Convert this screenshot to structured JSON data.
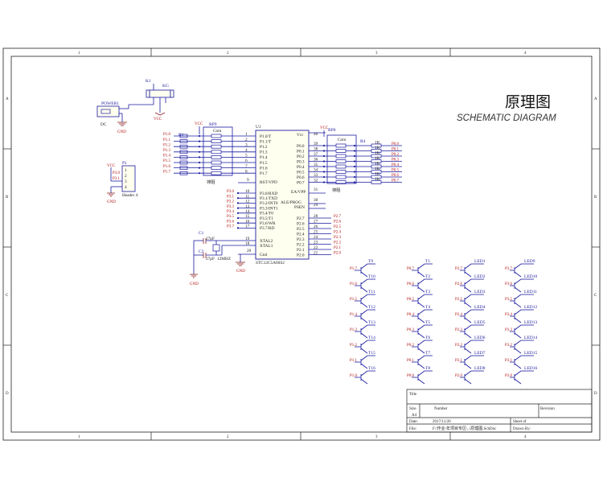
{
  "title": {
    "cn": "原理图",
    "en": "SCHEMATIC DIAGRAM"
  },
  "border": {
    "cols": [
      "1",
      "2",
      "3",
      "4"
    ],
    "rows": [
      "A",
      "B",
      "C",
      "D"
    ]
  },
  "mcu": {
    "ref": "U1",
    "part": "STC12C5A60S2",
    "vcc": "Vcc",
    "gnd": "Gnd",
    "left_pins": [
      {
        "num": "1",
        "name": "P1.0/T"
      },
      {
        "num": "2",
        "name": "P1.1/T"
      },
      {
        "num": "3",
        "name": "P1.2"
      },
      {
        "num": "4",
        "name": "P1.3"
      },
      {
        "num": "5",
        "name": "P1.4"
      },
      {
        "num": "6",
        "name": "P1.5"
      },
      {
        "num": "7",
        "name": "P1.6"
      },
      {
        "num": "8",
        "name": "P1.7"
      }
    ],
    "rst": {
      "num": "9",
      "name": "RST/VPD"
    },
    "p3_pins": [
      {
        "num": "10",
        "name": "P3.0/RXD"
      },
      {
        "num": "11",
        "name": "P3.1/TXD"
      },
      {
        "num": "12",
        "name": "P3.2/INT0"
      },
      {
        "num": "13",
        "name": "P3.3/INT1"
      },
      {
        "num": "14",
        "name": "P3.4/T0"
      },
      {
        "num": "15",
        "name": "P3.5/T1"
      },
      {
        "num": "16",
        "name": "P3.6/WR"
      },
      {
        "num": "17",
        "name": "P3.7/RD"
      }
    ],
    "xtal": [
      {
        "num": "19",
        "name": "XTAL2"
      },
      {
        "num": "18",
        "name": "XTAL1"
      }
    ],
    "gnd_num": "20",
    "vcc_num": "40",
    "p0_pins": [
      {
        "num": "39",
        "name": "P0.0"
      },
      {
        "num": "38",
        "name": "P0.1"
      },
      {
        "num": "37",
        "name": "P0.2"
      },
      {
        "num": "36",
        "name": "P0.3"
      },
      {
        "num": "35",
        "name": "P0.4"
      },
      {
        "num": "34",
        "name": "P0.5"
      },
      {
        "num": "33",
        "name": "P0.6"
      },
      {
        "num": "32",
        "name": "P0.7"
      }
    ],
    "ea": {
      "num": "31",
      "name": "EA/VPP"
    },
    "ale": {
      "num": "30",
      "name": "ALE/PROG"
    },
    "psen": {
      "num": "29",
      "name": "PSEN"
    },
    "p2_pins": [
      {
        "num": "28",
        "name": "P2.7"
      },
      {
        "num": "27",
        "name": "P2.6"
      },
      {
        "num": "26",
        "name": "P2.5"
      },
      {
        "num": "25",
        "name": "P2.4"
      },
      {
        "num": "24",
        "name": "P2.3"
      },
      {
        "num": "23",
        "name": "P2.2"
      },
      {
        "num": "22",
        "name": "P2.1"
      },
      {
        "num": "21",
        "name": "P2.0"
      }
    ]
  },
  "nets": {
    "p1": [
      "P1.0",
      "P1.1",
      "P1.2",
      "P1.3",
      "P1.4",
      "P1.5",
      "P1.6",
      "P1.7"
    ],
    "p3": [
      "P3.1",
      "P3.2",
      "P3.3",
      "P3.4",
      "P3.5",
      "P3.6",
      "P3.7"
    ],
    "p3_top": "P3.0",
    "p2": [
      "P2.7",
      "P2.6",
      "P2.5",
      "P2.4",
      "P2.3",
      "P2.2",
      "P2.1",
      "P2.0"
    ],
    "p0": [
      "P0.0",
      "P0.1",
      "P0.2",
      "P0.3",
      "P0.4",
      "P0.5",
      "P0.6",
      "P0.7"
    ]
  },
  "rp_left": {
    "ref": "RP9",
    "com": "Com",
    "vcc": "VCC",
    "note": "排阻",
    "ref2": "R1"
  },
  "rp_right": {
    "ref": "RP8",
    "com": "Com",
    "vcc": "VCC",
    "note": "排阻",
    "ref2": "R4",
    "r_val": "1K"
  },
  "k1": {
    "ref": "K1",
    "label": "KG",
    "vcc": "VCC"
  },
  "power": {
    "ref": "POWER1",
    "dc": "DC",
    "gnd": "GND"
  },
  "header": {
    "ref": "P1",
    "name": "Header 4",
    "vcc": "VCC",
    "gnd": "GND",
    "nets": [
      "P3.0",
      "P3.1"
    ],
    "pins": [
      "1",
      "2",
      "3",
      "4"
    ]
  },
  "crystal": {
    "c1": "C1",
    "c2": "C2",
    "c1_val": "27pF",
    "c2_val": "27pF",
    "y": "12MHZ",
    "gnd": "GND",
    "num19": "19",
    "num18": "18"
  },
  "gnd_mcu": "GND",
  "transistors": {
    "col1": {
      "labels": [
        "T9",
        "T10",
        "T11",
        "T12",
        "T13",
        "T14",
        "T15",
        "T16"
      ],
      "nets": [
        "P1.7",
        "P1.6",
        "P1.5",
        "P1.4",
        "P1.3",
        "P1.2",
        "P1.1",
        "P1.0"
      ]
    },
    "col2": {
      "labels": [
        "T1",
        "T2",
        "T3",
        "T4",
        "T5",
        "T6",
        "T7",
        "T8"
      ],
      "nets": [
        "P0.7",
        "P0.6",
        "P0.5",
        "P0.4",
        "P0.3",
        "P0.2",
        "P0.1",
        "P0.0"
      ]
    }
  },
  "leds": {
    "col1": {
      "labels": [
        "LED1",
        "LED2",
        "LED3",
        "LED4",
        "LED5",
        "LED6",
        "LED7",
        "LED8"
      ],
      "nets": [
        "P2.7",
        "P2.6",
        "P2.5",
        "P2.4",
        "P2.3",
        "P2.2",
        "P2.1",
        "P2.0"
      ]
    },
    "col2": {
      "labels": [
        "LED9",
        "LED10",
        "LED11",
        "LED12",
        "LED13",
        "LED14",
        "LED15",
        "LED16"
      ],
      "nets": [
        "P3.7",
        "P3.6",
        "P3.5",
        "P3.4",
        "P3.3",
        "P3.2",
        "P3.1",
        "P3.0"
      ]
    }
  },
  "title_block": {
    "title_label": "Title",
    "size_label": "Size",
    "size": "A4",
    "number_label": "Number",
    "revision_label": "Revision",
    "date_label": "Date:",
    "date": "2017/11/20",
    "sheet_label": "Sheet   of",
    "file_label": "File:",
    "file": "F:\\作业\\年项目专区\\..\\原理图.SchDoc",
    "drawn_label": "Drawn By:"
  }
}
